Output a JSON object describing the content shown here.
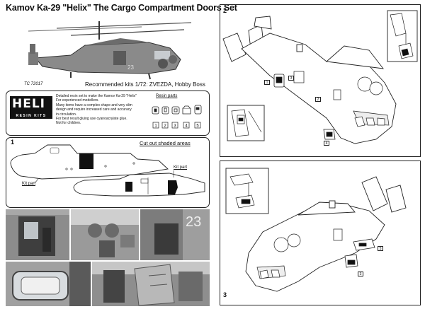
{
  "header": {
    "title": "Kamov Ka-29 \"Helix\" The Cargo Compartment Doors Set",
    "code": "TC 72017",
    "recommended": "Recommended kits 1/72: ZVEZDA, Hobby Boss"
  },
  "info": {
    "logo_main": "HELI",
    "logo_sub": "RESIN KITS",
    "description_lines": [
      "Detailed resin set to make the Kamov Ka-29 \"Helix\"",
      "For experienced modellers.",
      "Many items have a complex shape and very slim",
      "design and require increased care and accuracy",
      "in circulation.",
      "For best result gluing use cyanoacrylate glue.",
      "Not for children."
    ],
    "resin_parts_title": "Resin parts",
    "part_numbers": [
      "1",
      "2",
      "3",
      "4",
      "5"
    ]
  },
  "step1": {
    "number": "1",
    "cut_label": "Cut out shaded areas",
    "kit_part_left": "Kit part",
    "kit_part_right": "Kit part"
  },
  "photos": {
    "tail_number": "23"
  },
  "step2": {
    "number": "2",
    "callouts": [
      "1",
      "3",
      "2",
      "4"
    ]
  },
  "step3": {
    "number": "3",
    "callouts": [
      "5",
      "3"
    ]
  }
}
